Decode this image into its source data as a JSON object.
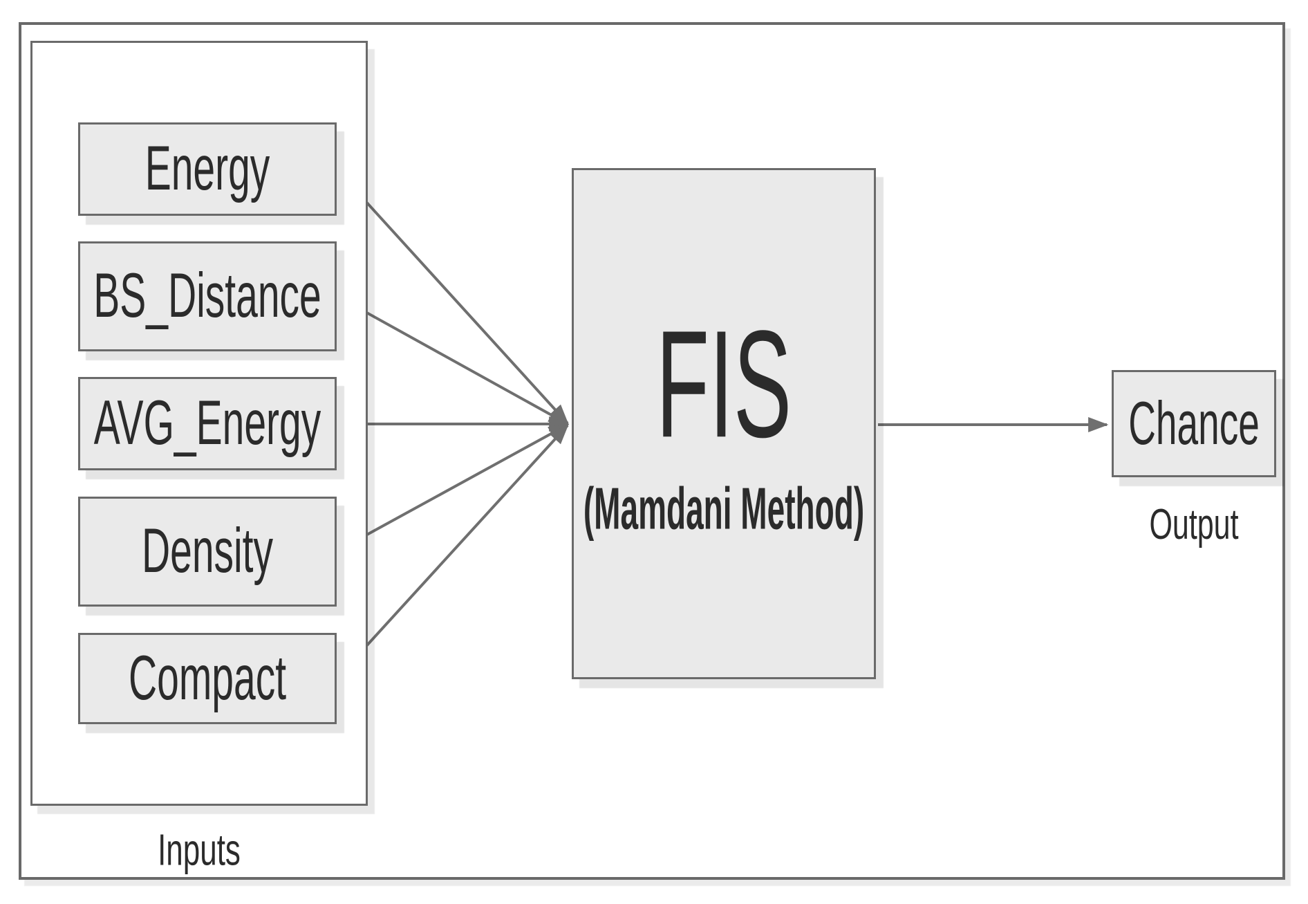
{
  "diagram": {
    "inputs_group": {
      "label": "Inputs",
      "items": [
        "Energy",
        "BS_Distance",
        "AVG_Energy",
        "Density",
        "Compact"
      ]
    },
    "process": {
      "title": "FIS",
      "subtitle": "(Mamdani Method)"
    },
    "output_group": {
      "label": "Output",
      "box_label": "Chance"
    },
    "connections": [
      {
        "from": "Energy",
        "to": "FIS"
      },
      {
        "from": "BS_Distance",
        "to": "FIS"
      },
      {
        "from": "AVG_Energy",
        "to": "FIS"
      },
      {
        "from": "Density",
        "to": "FIS"
      },
      {
        "from": "Compact",
        "to": "FIS"
      },
      {
        "from": "FIS",
        "to": "Chance"
      }
    ],
    "colors": {
      "box_fill": "#eaeaea",
      "border": "#6a6a6a",
      "arrow": "#6f6f6f",
      "text": "#2b2b2b",
      "background": "#ffffff"
    }
  }
}
